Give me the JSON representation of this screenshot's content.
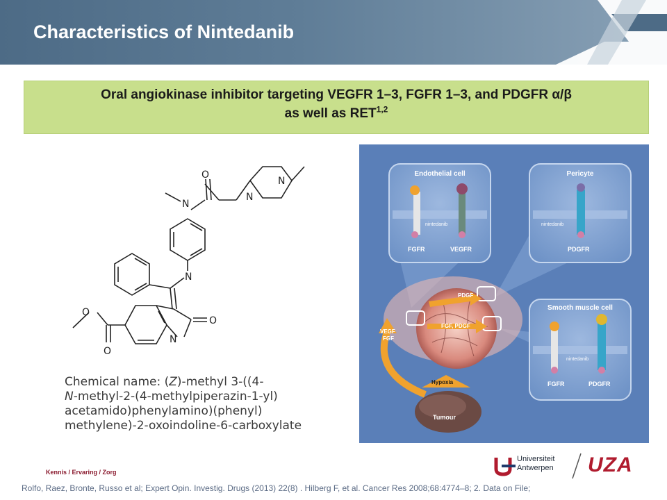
{
  "header": {
    "title": "Characteristics of Nintedanib"
  },
  "banner": {
    "line1": "Oral angiokinase inhibitor targeting VEGFR 1–3, FGFR 1–3, and PDGFR α/β",
    "line2": "as well as RET",
    "line2_sup": "1,2"
  },
  "structure": {
    "atom_n": "N",
    "atom_o": "O"
  },
  "chemical_name": {
    "label": "Chemical name: (",
    "z": "Z",
    "part1": ")-methyl 3-((4-",
    "n": "N",
    "part2": "-methyl-2-(4-methylpiperazin-1-yl) acetamido)phenylamino)(phenyl) methylene)-2-oxoindoline-6-carboxylate"
  },
  "diagram": {
    "endothelial_title": "Endothelial cell",
    "pericyte_title": "Pericyte",
    "smooth_muscle_title": "Smooth muscle cell",
    "nintedanib": "nintedanib",
    "fgfr": "FGFR",
    "vegfr": "VEGFR",
    "pdgfr": "PDGFR",
    "arrow_pdgf": "PDGF",
    "arrow_fgf_pdgf": "FGF, PDGF",
    "arrow_vegf": "VEGF",
    "arrow_fgf": "FGF",
    "hypoxia": "Hypoxia",
    "tumour": "Tumour"
  },
  "branding": {
    "kennis": "Kennis / Ervaring / Zorg",
    "universiteit": "Universiteit",
    "antwerpen": "Antwerpen",
    "uza": "UZA"
  },
  "footer": {
    "references": "Rolfo, Raez, Bronte, Russo et al; Expert Opin. Investig. Drugs (2013) 22(8) . Hilberg F, et al. Cancer Res 2008;68:4774–8;  2. Data on File;"
  },
  "colors": {
    "header": "#4d6b86",
    "banner": "#c8df8c",
    "diagram_bg": "#5a7fb8",
    "arrow": "#f0a22e",
    "uza_red": "#b01b2e"
  }
}
